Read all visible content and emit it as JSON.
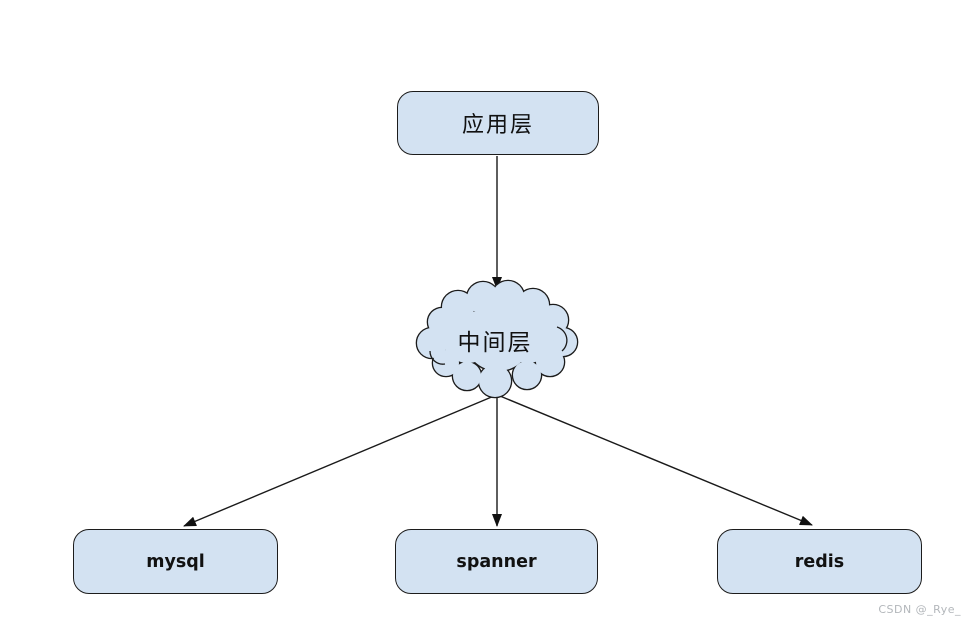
{
  "diagram": {
    "nodes": {
      "app": {
        "label": "应用层",
        "shape": "rounded-rect"
      },
      "middle": {
        "label": "中间层",
        "shape": "cloud"
      },
      "mysql": {
        "label": "mysql",
        "shape": "rounded-rect"
      },
      "spanner": {
        "label": "spanner",
        "shape": "rounded-rect"
      },
      "redis": {
        "label": "redis",
        "shape": "rounded-rect"
      }
    },
    "edges": [
      {
        "from": "app",
        "to": "middle"
      },
      {
        "from": "middle",
        "to": "mysql"
      },
      {
        "from": "middle",
        "to": "spanner"
      },
      {
        "from": "middle",
        "to": "redis"
      }
    ],
    "colors": {
      "node_fill": "#d3e2f2",
      "node_border": "#1c1c1c",
      "arrow": "#1a1a1a",
      "background": "#ffffff"
    }
  },
  "watermark": {
    "text": "CSDN @_Rye_",
    "color": "#b3b7bb"
  }
}
